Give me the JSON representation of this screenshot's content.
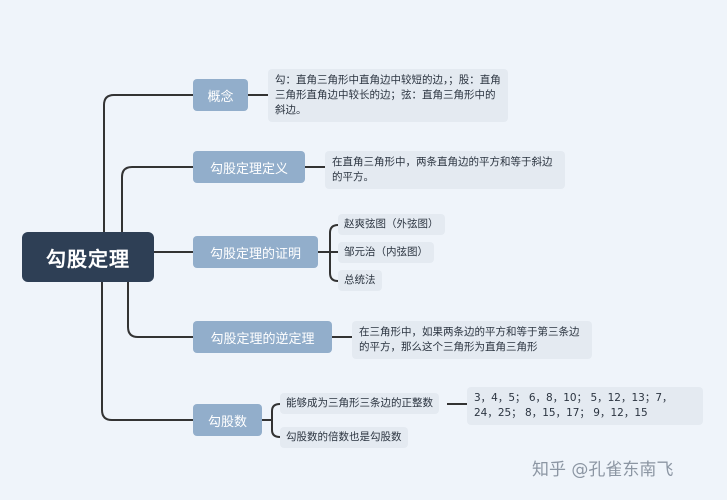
{
  "root": {
    "label": "勾股定理"
  },
  "branches": [
    {
      "label": "概念",
      "leaves": [
        "勾：直角三角形中直角边中较短的边，；股：直角三角形直角边中较长的边；弦：直角三角形中的斜边。"
      ]
    },
    {
      "label": "勾股定理定义",
      "leaves": [
        "在直角三角形中，两条直角边的平方和等于斜边的平方。"
      ]
    },
    {
      "label": "勾股定理的证明",
      "leaves": [
        "赵爽弦图（外弦图）",
        "邹元治（内弦图）",
        "总统法"
      ]
    },
    {
      "label": "勾股定理的逆定理",
      "leaves": [
        "在三角形中，如果两条边的平方和等于第三条边的平方，那么这个三角形为直角三角形"
      ]
    },
    {
      "label": "勾股数",
      "leaves": [
        "能够成为三角形三条边的正整数",
        "勾股数的倍数也是勾股数"
      ],
      "sub_leaf": "3，4，5；  6，8，10；  5，12，13；7，24，25；  8，15，17；  9，12，15"
    }
  ],
  "watermark": "知乎 @孔雀东南飞"
}
